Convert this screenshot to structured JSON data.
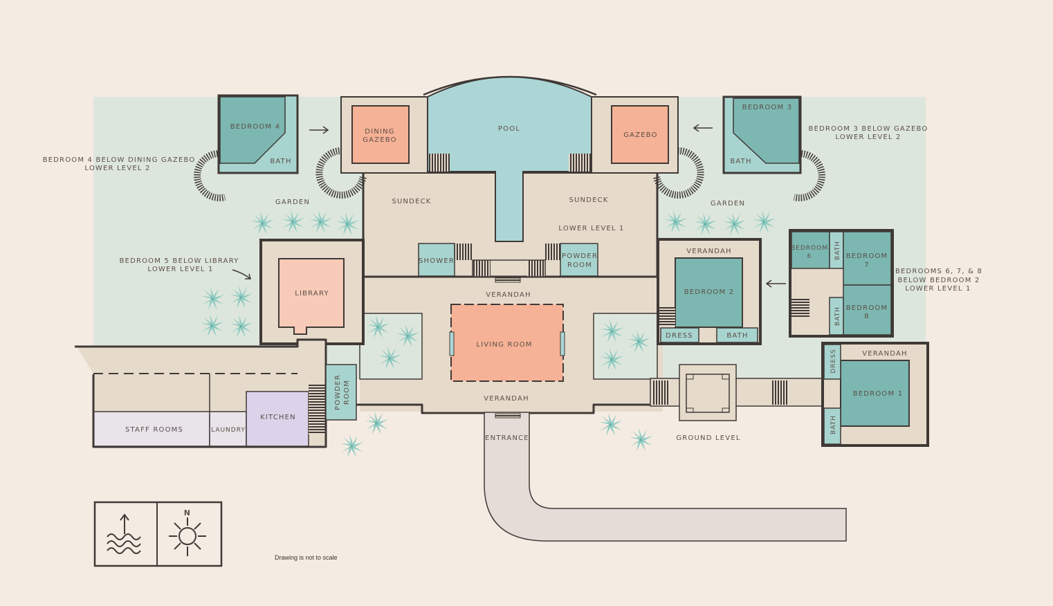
{
  "rooms": {
    "pool": "POOL",
    "dining_gazebo_1": "DINING",
    "dining_gazebo_2": "GAZEBO",
    "gazebo": "GAZEBO",
    "sundeck_left": "SUNDECK",
    "sundeck_right": "SUNDECK",
    "shower": "SHOWER",
    "powder_room_top_1": "POWDER",
    "powder_room_top_2": "ROOM",
    "verandah_top": "VERANDAH",
    "verandah_bottom": "VERANDAH",
    "living_room": "LIVING ROOM",
    "library": "LIBRARY",
    "kitchen": "KITCHEN",
    "laundry": "LAUNDRY",
    "staff_rooms": "STAFF ROOMS",
    "powder_room_left_1": "POWDER",
    "powder_room_left_2": "ROOM",
    "entrance": "ENTRANCE",
    "bedroom_4": "BEDROOM 4",
    "bedroom_4_bath": "BATH",
    "bedroom_3": "BEDROOM 3",
    "bedroom_3_bath": "BATH",
    "bedroom_2": "BEDROOM 2",
    "bedroom_2_verandah": "VERANDAH",
    "bedroom_2_dress": "DRESS",
    "bedroom_2_bath": "BATH",
    "bedroom_6": "BEDROOM",
    "bedroom_6_num": "6",
    "bedroom_7": "BEDROOM",
    "bedroom_7_num": "7",
    "bedroom_8": "BEDROOM",
    "bedroom_8_num": "8",
    "bath_67": "BATH",
    "bath_8": "BATH",
    "bedroom_1": "BEDROOM 1",
    "bedroom_1_verandah": "VERANDAH",
    "bedroom_1_dress": "DRESS",
    "bedroom_1_bath": "BATH",
    "garden_left": "GARDEN",
    "garden_right": "GARDEN",
    "lower_level_1": "LOWER LEVEL 1",
    "ground_level": "GROUND LEVEL"
  },
  "notes": {
    "bedroom_4_line1": "BEDROOM 4 BELOW DINING GAZEBO",
    "bedroom_4_line2": "LOWER LEVEL 2",
    "bedroom_3_line1": "BEDROOM 3 BELOW GAZEBO",
    "bedroom_3_line2": "LOWER LEVEL 2",
    "bedroom_5_line1": "BEDROOM 5  BELOW LIBRARY",
    "bedroom_5_line2": "LOWER LEVEL 1",
    "bedrooms_678_line1": "BEDROOMS 6, 7, & 8",
    "bedrooms_678_line2": "BELOW BEDROOM 2",
    "bedrooms_678_line3": "LOWER LEVEL 1",
    "scale": "Drawing is not to scale"
  },
  "legend": {
    "compass_letter": "N",
    "icons": [
      "ocean-direction-icon",
      "compass-sun-icon"
    ]
  },
  "colors": {
    "background": "#f4ebe2",
    "garden": "#dde6dc",
    "floor": "#e6dacb",
    "pool": "#acd6d6",
    "bedroom": "#7cb8b1",
    "bath": "#a8d4cf",
    "living": "#f6b296",
    "library": "#f8cbb9",
    "kitchen": "#dcd3ea",
    "staff": "#e8e4ea",
    "wall": "#3f3936",
    "palm": "#8fcbc2"
  }
}
